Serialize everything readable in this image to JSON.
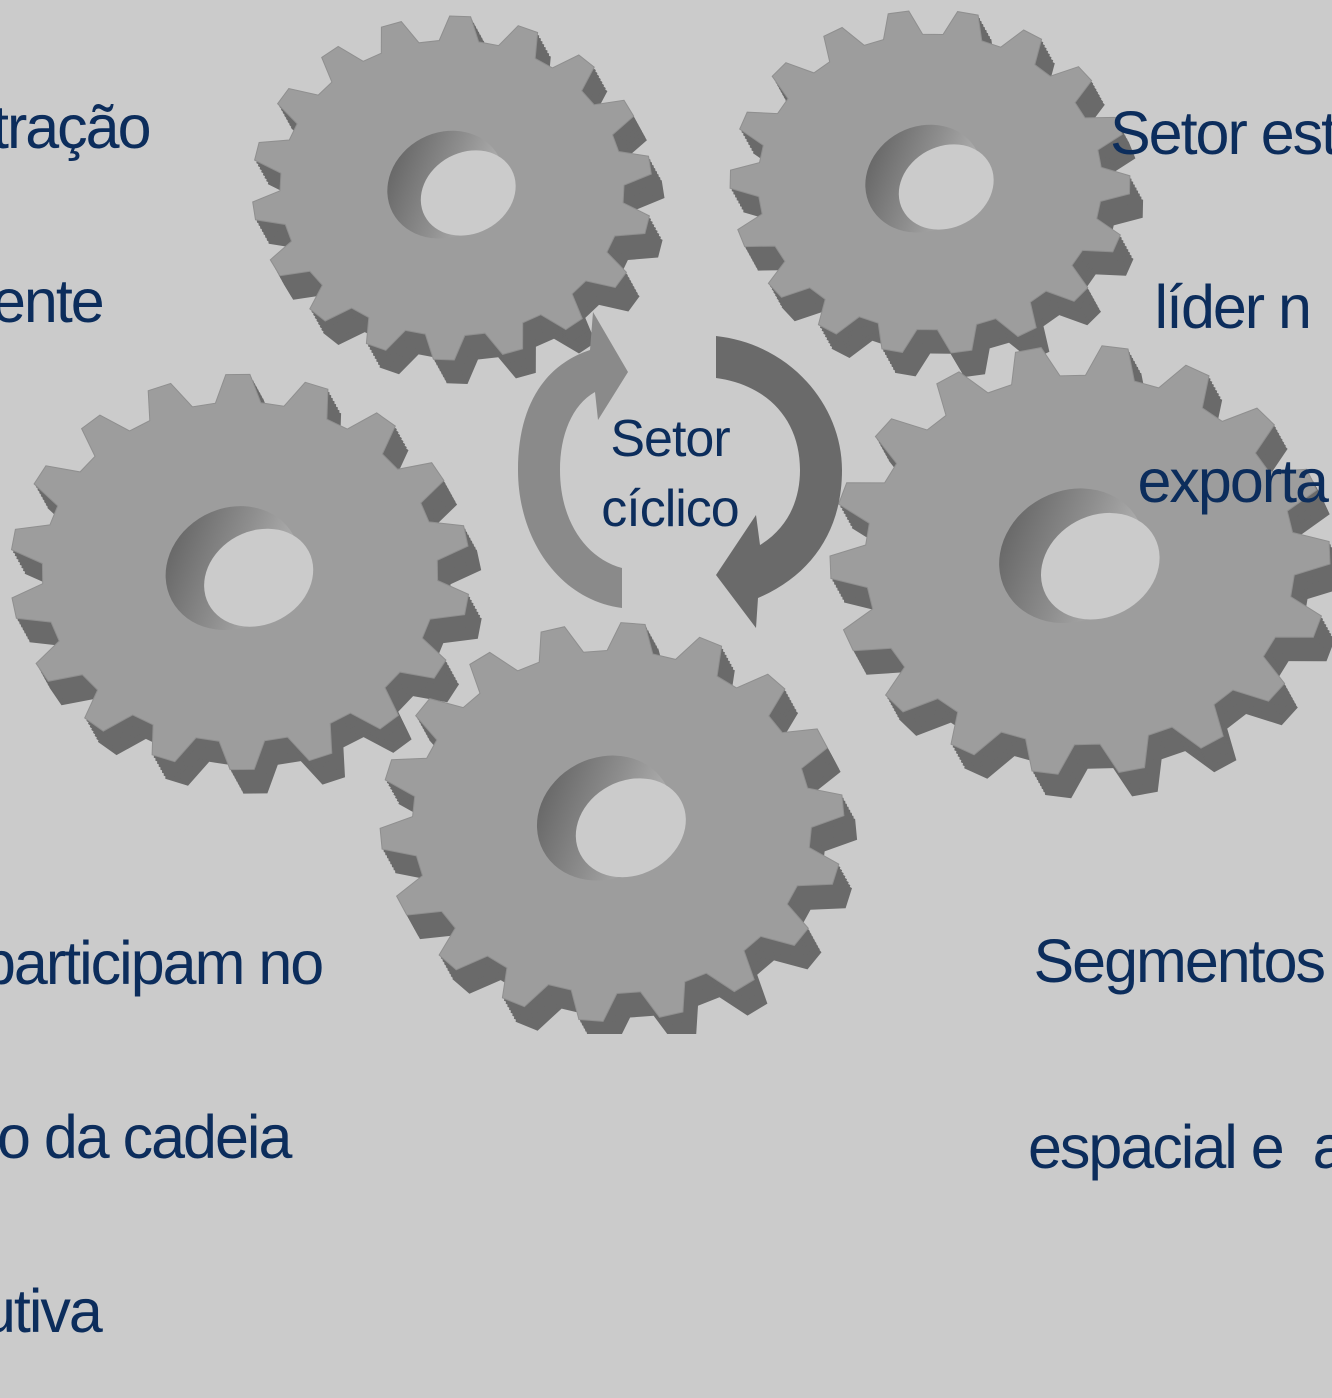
{
  "diagram": {
    "center_label": [
      "Setor",
      "cíclico"
    ],
    "labels": {
      "top_left": [
        "tração",
        "ente"
      ],
      "top_right": [
        "Setor estr",
        "líder n",
        "exporta"
      ],
      "bottom_left": [
        "participam no",
        "to da cadeia",
        "utiva"
      ],
      "bottom_right": [
        "Segmentos d",
        "espacial e  ae"
      ]
    },
    "colors": {
      "background": "#cbcbcb",
      "gear_face": "#9d9d9d",
      "gear_side": "#6a6a6a",
      "text": "#0c2d5c",
      "arrow_light": "#8a8a8a",
      "arrow_dark": "#6a6a6a"
    }
  }
}
